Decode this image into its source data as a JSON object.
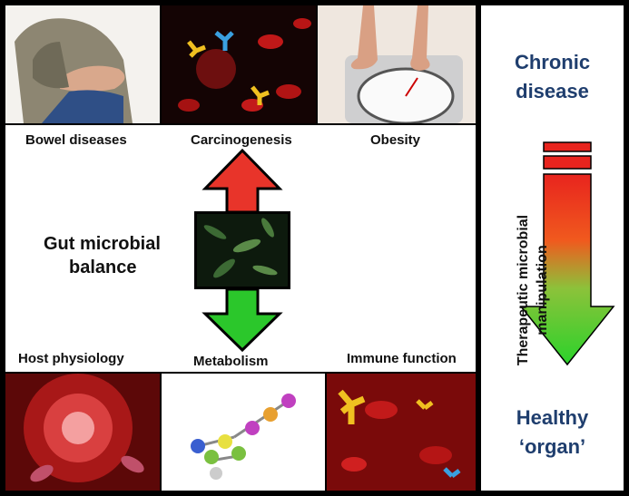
{
  "labels": {
    "top_left": "Bowel diseases",
    "top_center": "Carcinogenesis",
    "top_right": "Obesity",
    "center_line1": "Gut microbial",
    "center_line2": "balance",
    "bottom_left": "Host physiology",
    "bottom_center": "Metabolism",
    "bottom_right": "Immune function"
  },
  "side": {
    "top_line1": "Chronic",
    "top_line2": "disease",
    "arrow_line1": "Therapeutic microbial",
    "arrow_line2": "manipulation",
    "bottom_line1": "Healthy",
    "bottom_line2": "‘organ’"
  },
  "colors": {
    "red_arrow": "#e8342a",
    "green_arrow": "#2bc72b",
    "side_text": "#1f3e6e"
  },
  "images": [
    "person-holding-abdomen",
    "red-blood-cells-antibodies",
    "feet-on-weight-scale",
    "blood-vessel-interior",
    "molecule-model",
    "antibodies-in-bloodstream",
    "microbes-micrograph"
  ]
}
